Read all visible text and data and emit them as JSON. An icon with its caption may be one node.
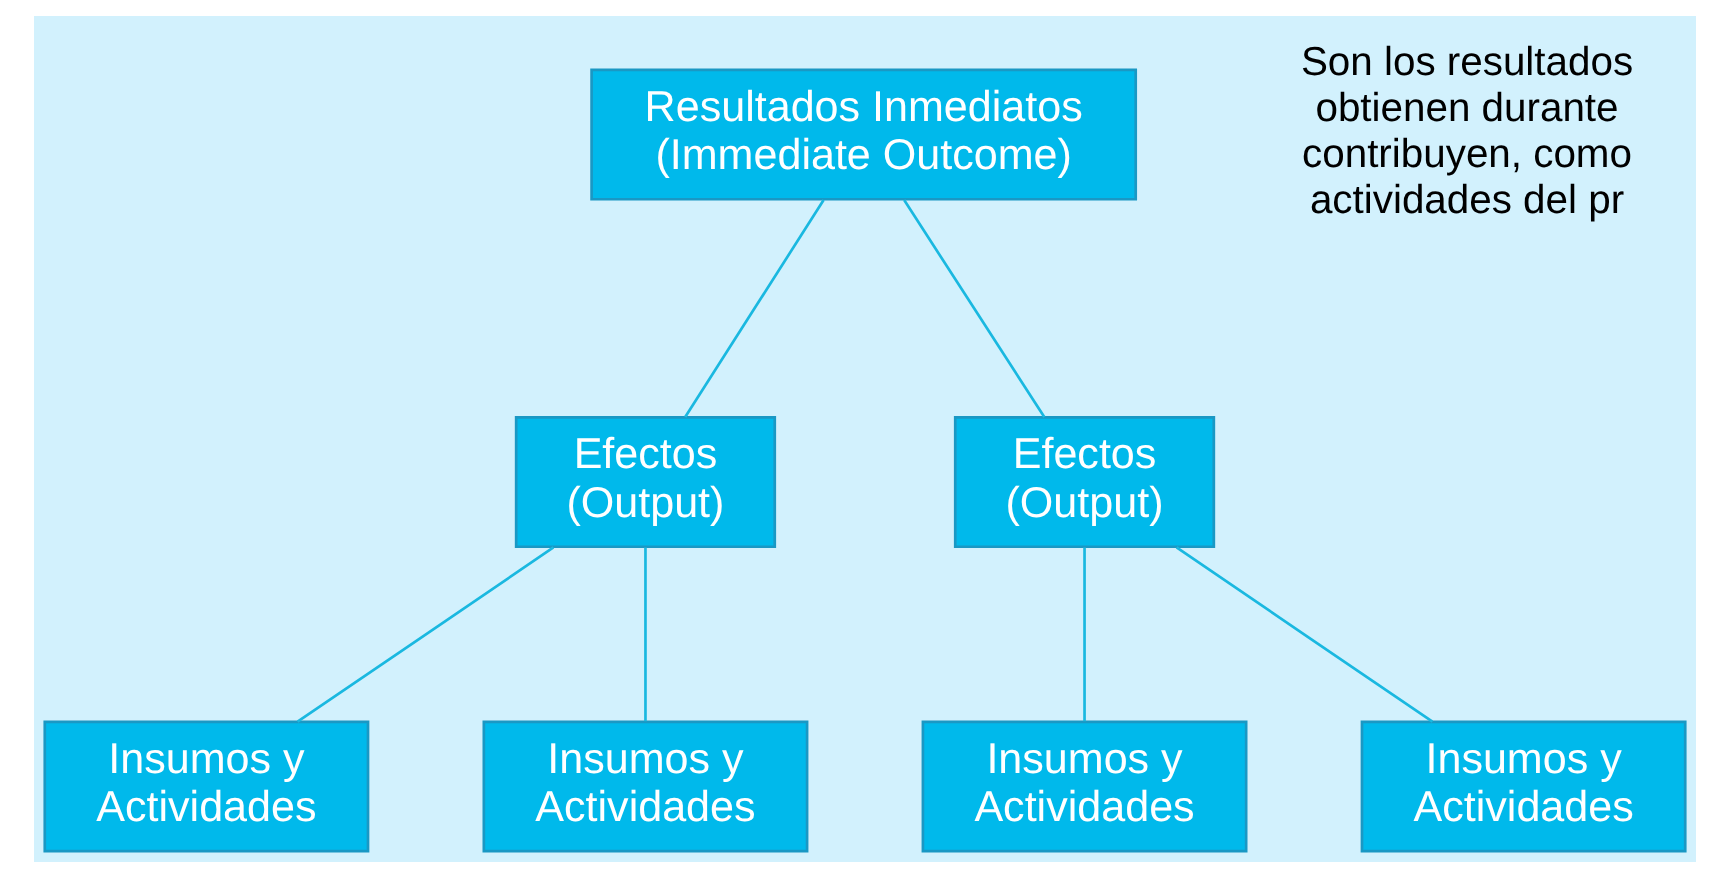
{
  "diagram": {
    "nodes": [
      {
        "text": [
          "Resultados Inmediatos (Immediate Outcome)"
        ]
      },
      {
        "text": [
          "Efectos (Output)"
        ]
      },
      {
        "text": [
          "Efectos (Output)"
        ]
      },
      {
        "text": [
          "Insumos y Actividades"
        ]
      },
      {
        "text": [
          "Insumos y Actividades"
        ]
      },
      {
        "text": [
          "Insumos y Actividades"
        ]
      },
      {
        "text": [
          "Insumos y Actividades"
        ]
      }
    ],
    "edges": [
      {
        "from": 0,
        "to": 1,
        "arrow": "none"
      },
      {
        "from": 0,
        "to": 2,
        "arrow": "none"
      },
      {
        "from": 1,
        "to": 3,
        "arrow": "none"
      },
      {
        "from": 1,
        "to": 4,
        "arrow": "none"
      },
      {
        "from": 2,
        "to": 5,
        "arrow": "none"
      },
      {
        "from": 2,
        "to": 6,
        "arrow": "none"
      }
    ],
    "labels": [
      "Son los resultados obtienen durante contribuyen, como actividades del pr"
    ]
  }
}
